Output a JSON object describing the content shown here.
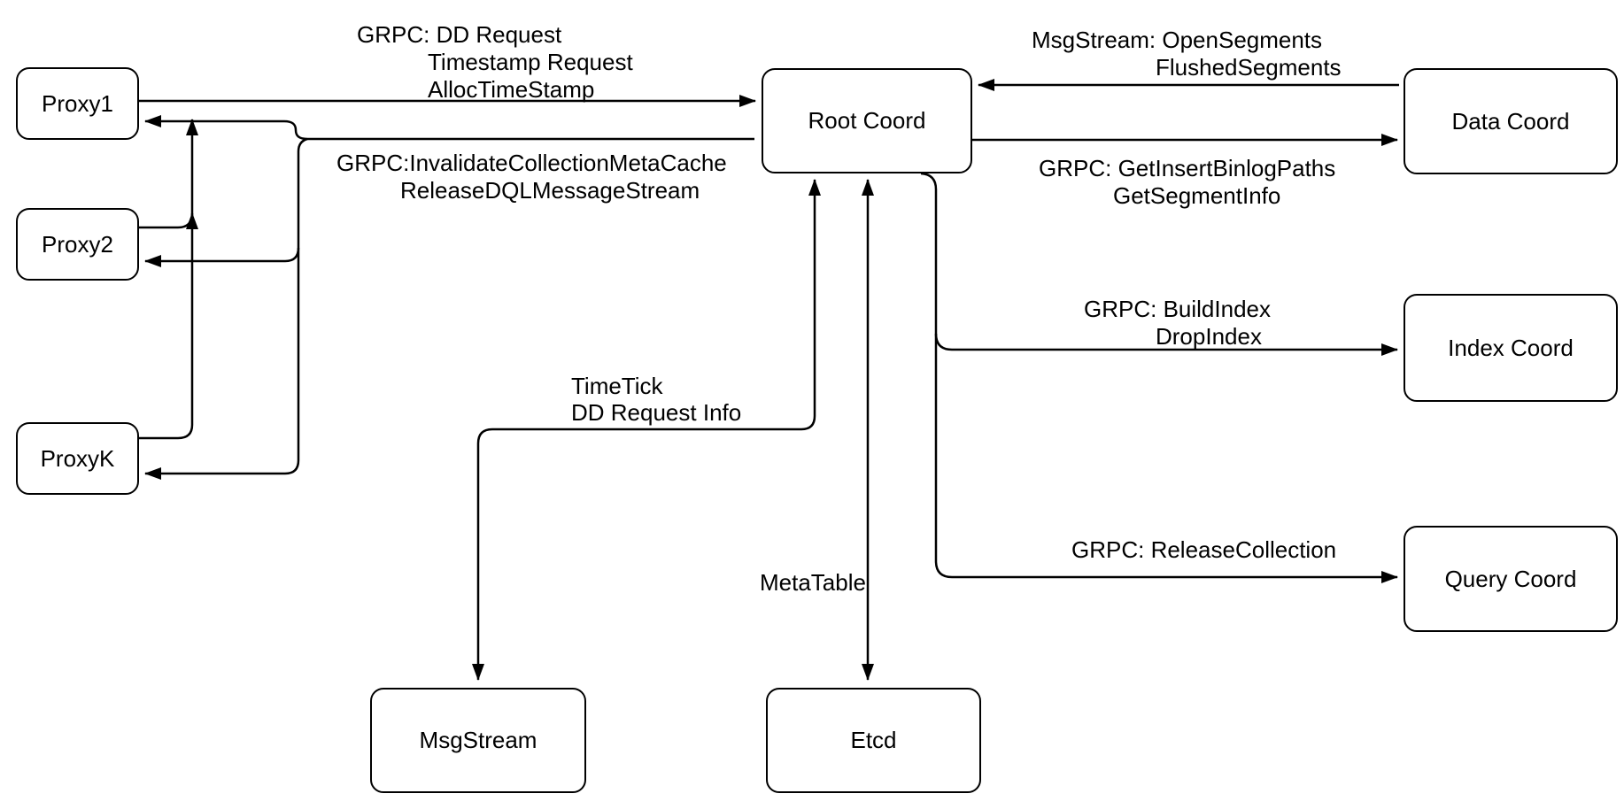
{
  "diagram": {
    "description": "Root Coord architecture diagram",
    "colors": {
      "background": "#ffffff",
      "line": "#000000",
      "text": "#000000",
      "node_fill": "#ffffff"
    }
  },
  "nodes": {
    "proxy1": {
      "label": "Proxy1"
    },
    "proxy2": {
      "label": "Proxy2"
    },
    "proxyk": {
      "label": "ProxyK"
    },
    "root_coord": {
      "label": "Root Coord"
    },
    "data_coord": {
      "label": "Data Coord"
    },
    "index_coord": {
      "label": "Index Coord"
    },
    "query_coord": {
      "label": "Query Coord"
    },
    "msgstream": {
      "label": "MsgStream"
    },
    "etcd": {
      "label": "Etcd"
    }
  },
  "edge_labels": {
    "proxy_to_root": {
      "lines": [
        "GRPC: DD Request",
        "Timestamp Request",
        "AllocTimeStamp"
      ]
    },
    "root_to_proxy": {
      "lines": [
        "GRPC:InvalidateCollectionMetaCache",
        "ReleaseDQLMessageStream"
      ]
    },
    "data_to_root": {
      "lines": [
        "MsgStream: OpenSegments",
        "FlushedSegments"
      ]
    },
    "root_to_data": {
      "lines": [
        "GRPC: GetInsertBinlogPaths",
        "GetSegmentInfo"
      ]
    },
    "root_to_index": {
      "lines": [
        "GRPC: BuildIndex",
        "DropIndex"
      ]
    },
    "root_to_query": {
      "lines": [
        "GRPC: ReleaseCollection"
      ]
    },
    "root_to_msgstream": {
      "lines": [
        "TimeTick",
        "DD Request Info"
      ]
    },
    "root_to_etcd": {
      "lines": [
        "MetaTable"
      ]
    }
  }
}
